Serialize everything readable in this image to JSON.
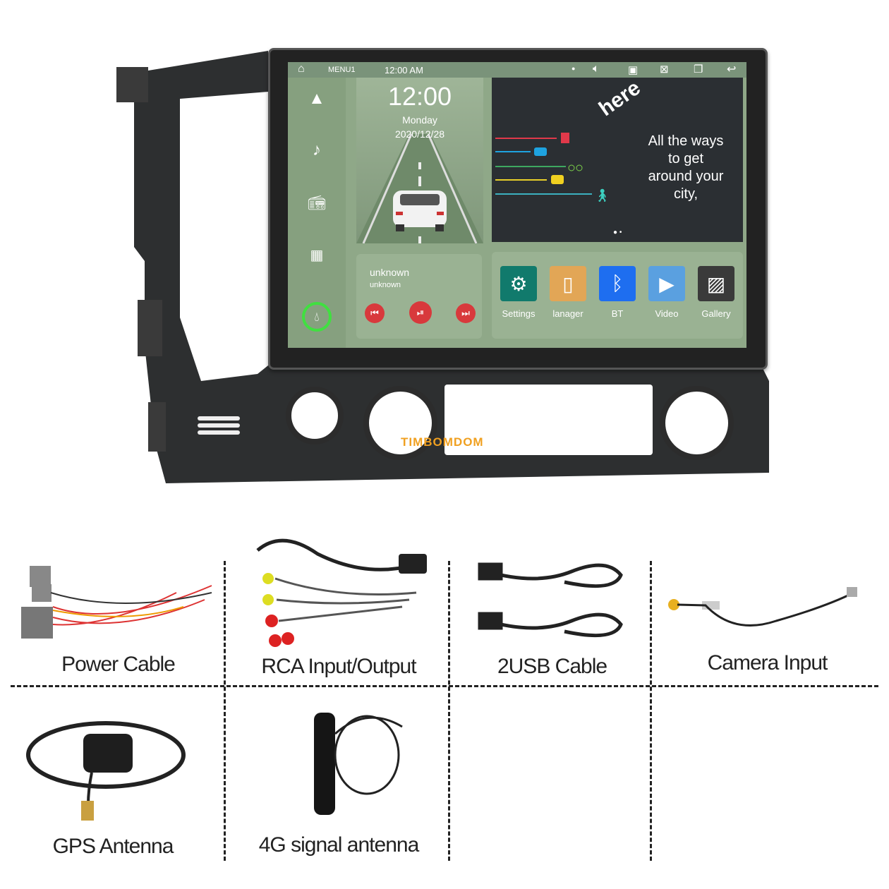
{
  "status_bar": {
    "menu_label": "MENU1",
    "time": "12:00 AM",
    "icons": [
      "home-icon",
      "mic-icon",
      "volume-icon",
      "screenshot-icon",
      "close-app-icon",
      "recent-apps-icon",
      "back-icon"
    ]
  },
  "sidebar": {
    "items": [
      "navigation-icon",
      "music-icon",
      "radio-icon",
      "apps-grid-icon",
      "carplay-icon"
    ]
  },
  "clock_widget": {
    "time": "12:00",
    "day": "Monday",
    "date": "2020/12/28"
  },
  "here_banner": {
    "brand": "here",
    "text_lines": [
      "All the ways",
      "to get",
      "around your",
      "city,"
    ]
  },
  "music_widget": {
    "title": "unknown",
    "artist": "unknown",
    "prev": "⏮",
    "play_pause": "⏯",
    "next": "⏭"
  },
  "apps": [
    {
      "label": "Settings",
      "color": "#117a6c",
      "icon": "⚙"
    },
    {
      "label": "lanager",
      "color": "#e2a656",
      "icon": "▯"
    },
    {
      "label": "BT",
      "color": "#1e6ef0",
      "icon": "ᛒ"
    },
    {
      "label": "Video",
      "color": "#5aa0e0",
      "icon": "▶"
    },
    {
      "label": "Gallery",
      "color": "#3a3a3a",
      "icon": "▨"
    }
  ],
  "watermark": "TIMBOMDOM",
  "accessories": [
    {
      "label": "Power Cable"
    },
    {
      "label": "RCA Input/Output"
    },
    {
      "label": "2USB Cable"
    },
    {
      "label": "Camera Input"
    },
    {
      "label": "GPS Antenna"
    },
    {
      "label": "4G signal antenna"
    }
  ]
}
